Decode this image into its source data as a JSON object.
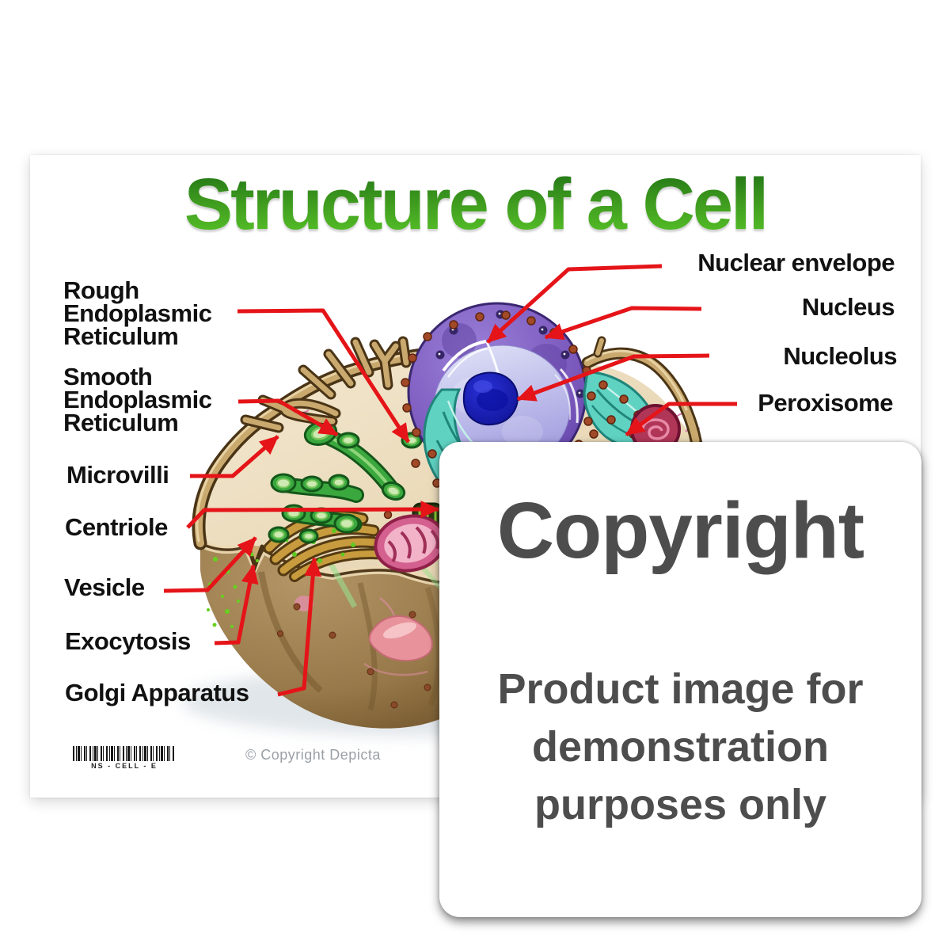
{
  "page": {
    "background": "#ffffff"
  },
  "poster": {
    "title": "Structure of a Cell",
    "title_gradient": [
      "#1e6f15",
      "#58c528"
    ],
    "label_color": "#111111",
    "arrow_color": "#e51418",
    "labels_left": [
      {
        "id": "rough-er",
        "text": "Rough\nEndoplasmic\nReticulum"
      },
      {
        "id": "smooth-er",
        "text": "Smooth\nEndoplasmic\nReticulum"
      },
      {
        "id": "microvilli",
        "text": "Microvilli"
      },
      {
        "id": "centriole",
        "text": "Centriole"
      },
      {
        "id": "vesicle",
        "text": "Vesicle"
      },
      {
        "id": "exocytosis",
        "text": "Exocytosis"
      },
      {
        "id": "golgi",
        "text": "Golgi Apparatus"
      }
    ],
    "labels_right": [
      {
        "id": "nuclear-envelope",
        "text": "Nuclear envelope"
      },
      {
        "id": "nucleus",
        "text": "Nucleus"
      },
      {
        "id": "nucleolus",
        "text": "Nucleolus"
      },
      {
        "id": "peroxisome",
        "text": "Peroxisome"
      }
    ],
    "organelle_colors": {
      "nucleus_purple": "#7a58bc",
      "nucleolus_blue": "#111bb0",
      "er_teal": "#5fd2c2",
      "smooth_er_green": "#3aa83e",
      "golgi_gold": "#c89c3e",
      "membrane_tan": "#c9a96e",
      "cell_brown": "#8a6b3d",
      "mitochondrion_pink": "#d4608f",
      "peroxisome_maroon": "#b03658"
    },
    "barcode_text": "NS - CELL - E",
    "copyright_note": "© Copyright Depicta",
    "note_color": "#9aa0a6"
  },
  "overlay": {
    "heading": "Copyright",
    "body": "Product image for\ndemonstration\npurposes only",
    "text_color": "#4d4d4d"
  }
}
